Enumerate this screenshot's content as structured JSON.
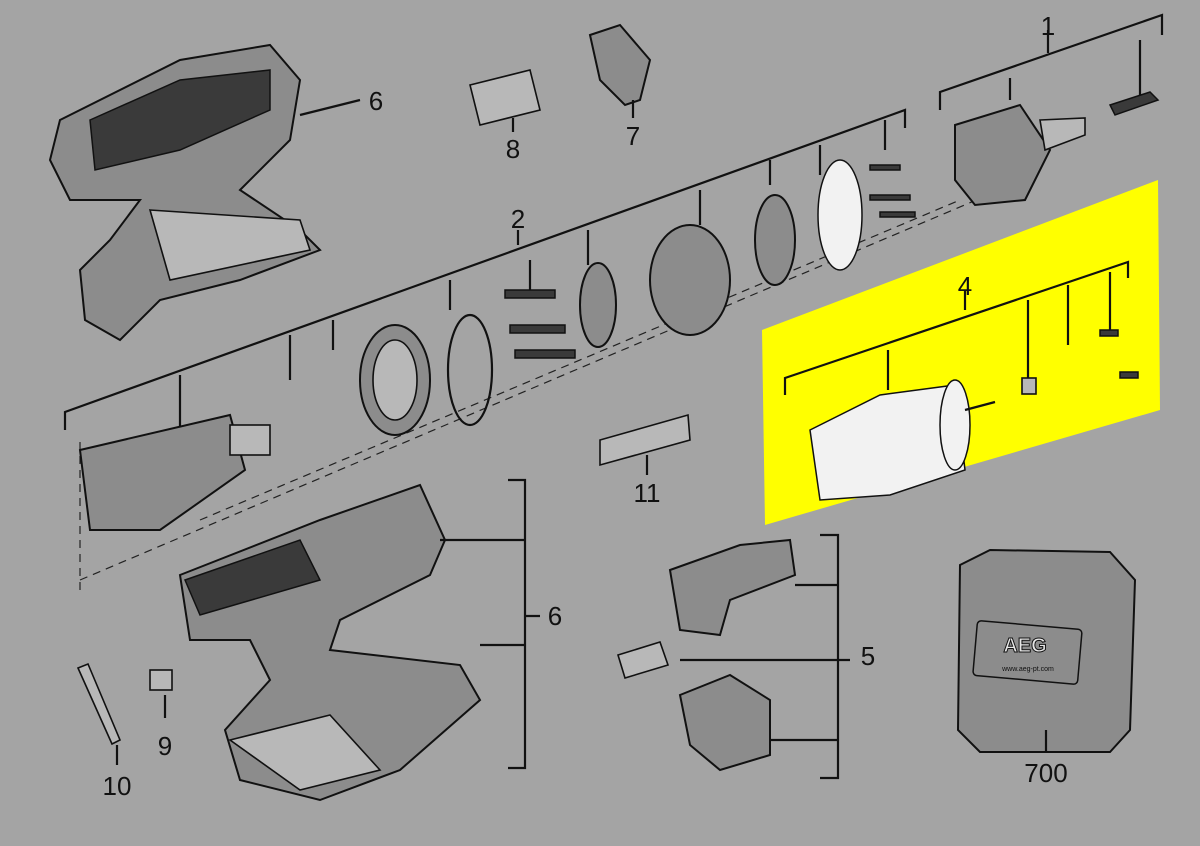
{
  "diagram": {
    "title": "AEG drill exploded parts diagram",
    "highlight_color": "#ffff00",
    "background_color": "#a4a4a4",
    "labels": {
      "chuck": "1",
      "housing_top": "6",
      "switch_cap": "8",
      "clip": "7",
      "gearbox": "2",
      "motor": "4",
      "label_plate": "11",
      "housing_bottom": "6",
      "switch": "5",
      "led": "9",
      "bit": "10",
      "case": "700"
    },
    "case_brand": "AEG",
    "case_url": "www.aeg-pt.com"
  }
}
